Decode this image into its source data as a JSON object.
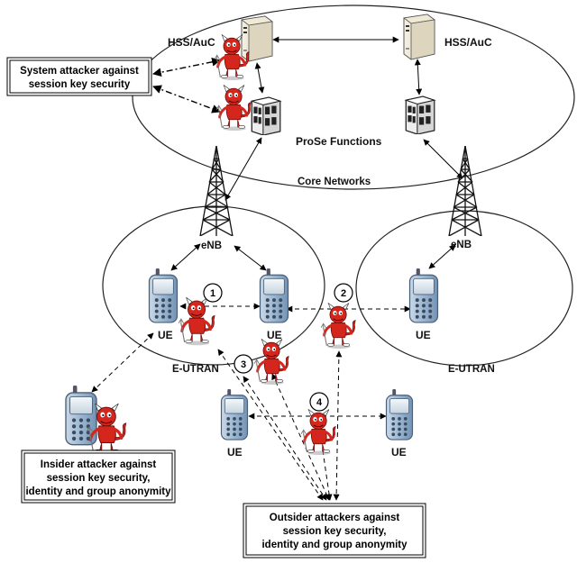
{
  "labels": {
    "hss_left": "HSS/AuC",
    "hss_right": "HSS/AuC",
    "prose": "ProSe Functions",
    "core": "Core Networks",
    "enb_left": "eNB",
    "enb_right": "eNB",
    "ue1": "UE",
    "ue2": "UE",
    "ue3": "UE",
    "ue4": "UE",
    "ue5": "UE",
    "eutran_left": "E-UTRAN",
    "eutran_right": "E-UTRAN"
  },
  "attack_markers": [
    "1",
    "2",
    "3",
    "4"
  ],
  "callouts": {
    "system": [
      "System attacker against",
      "session key security"
    ],
    "insider": [
      "Insider attacker against",
      "session key security,",
      "identity and group anonymity"
    ],
    "outsider": [
      "Outsider attackers against",
      "session key security,",
      "identity and group anonymity"
    ]
  },
  "colors": {
    "attacker": "#d5261e",
    "phone": "#9ab6d2"
  }
}
